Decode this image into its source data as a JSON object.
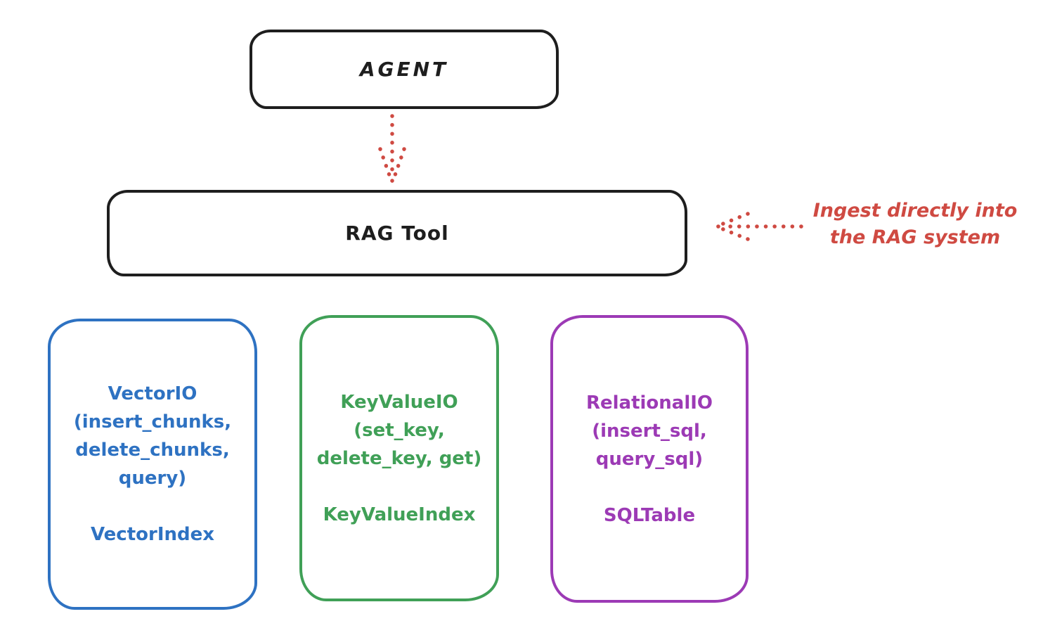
{
  "nodes": {
    "agent": {
      "label": "AGENT"
    },
    "rag_tool": {
      "label": "RAG Tool"
    }
  },
  "annotation": {
    "line1": "Ingest directly into",
    "line2": "the RAG system"
  },
  "backends": [
    {
      "id": "vector-io",
      "lines": [
        "VectorIO",
        "(insert_chunks,",
        "delete_chunks,",
        "query)"
      ],
      "index_label": "VectorIndex",
      "color": "#2e72c2"
    },
    {
      "id": "keyvalue-io",
      "lines": [
        "KeyValueIO",
        "(set_key,",
        "delete_key, get)"
      ],
      "index_label": "KeyValueIndex",
      "color": "#40a057"
    },
    {
      "id": "relational-io",
      "lines": [
        "RelationalIO",
        "(insert_sql,",
        "query_sql)"
      ],
      "index_label": "SQLTable",
      "color": "#9c3ab5"
    }
  ],
  "colors": {
    "stroke_black": "#1e1e1e",
    "accent_red": "#cf4a42",
    "blue": "#2e72c2",
    "green": "#40a057",
    "purple": "#9c3ab5",
    "background": "#ffffff"
  }
}
